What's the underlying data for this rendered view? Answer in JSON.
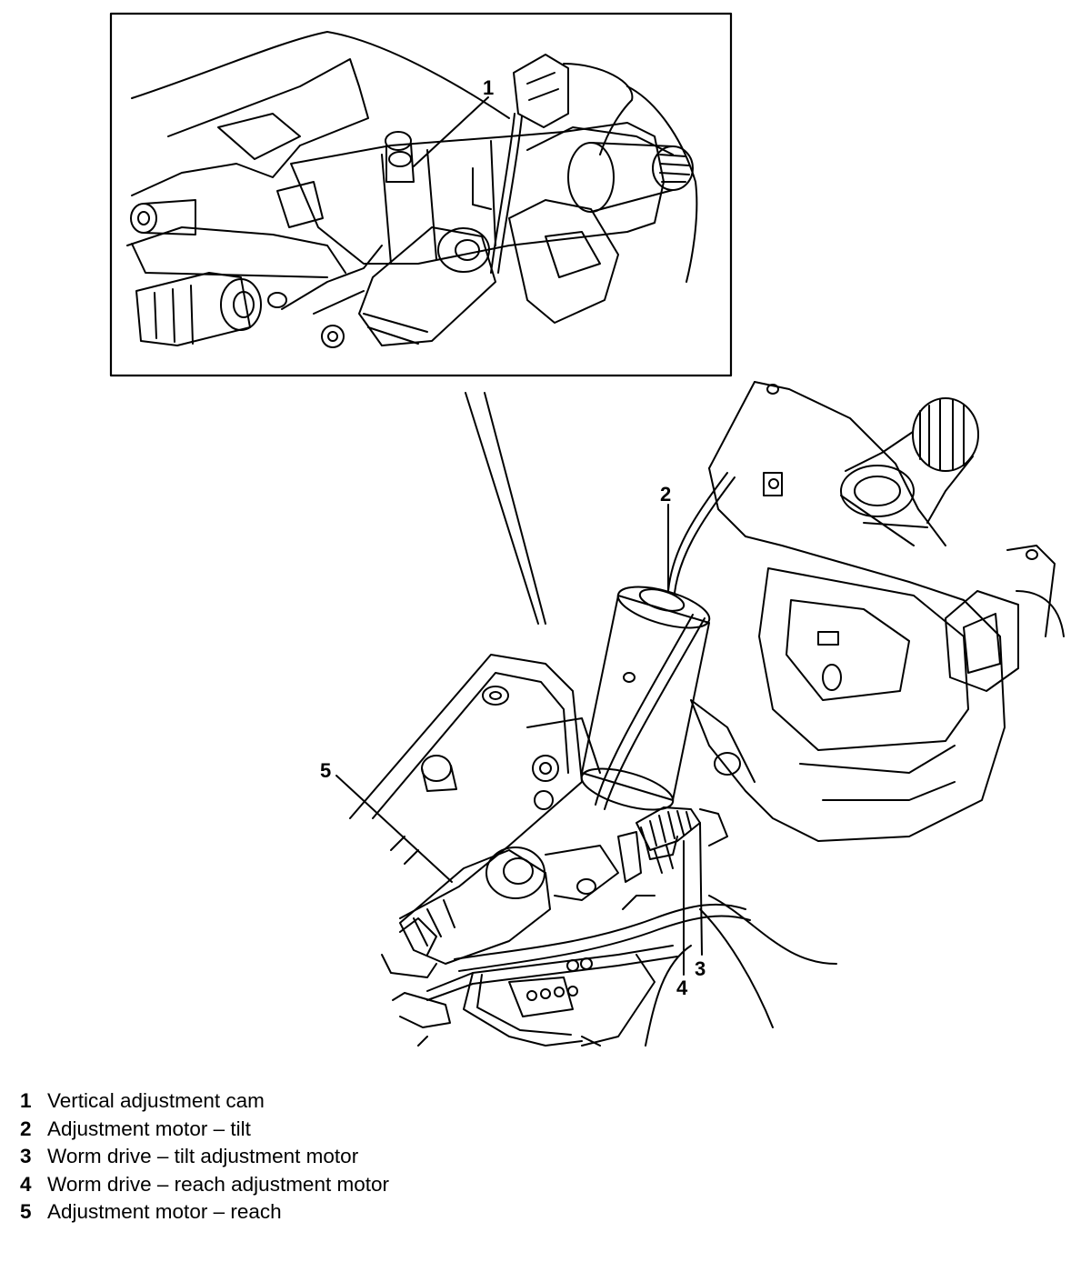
{
  "callouts": {
    "c1": "1",
    "c2": "2",
    "c3": "3",
    "c4": "4",
    "c5": "5"
  },
  "legend": [
    {
      "num": "1",
      "text": "Vertical adjustment cam"
    },
    {
      "num": "2",
      "text": "Adjustment motor – tilt"
    },
    {
      "num": "3",
      "text": "Worm drive – tilt adjustment motor"
    },
    {
      "num": "4",
      "text": "Worm drive – reach adjustment motor"
    },
    {
      "num": "5",
      "text": "Adjustment motor – reach"
    }
  ]
}
